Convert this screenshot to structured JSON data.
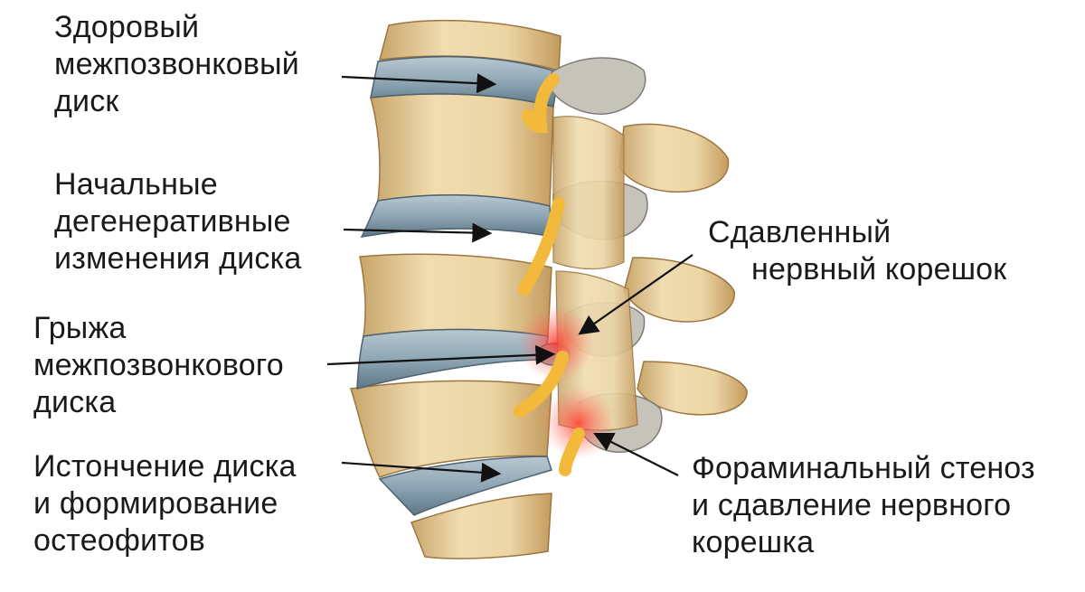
{
  "labels": {
    "healthy_disc": [
      "Здоровый",
      "межпозвонковый",
      "диск"
    ],
    "degenerative": [
      "Начальные",
      "дегенеративные",
      "изменения диска"
    ],
    "hernia": [
      "Грыжа",
      "межпозвонкового",
      "диска"
    ],
    "thinning": [
      "Истончение диска",
      "и формирование",
      "остеофитов"
    ],
    "compressed_root": [
      "Сдавленный",
      "нервный корешок"
    ],
    "stenosis": [
      "Фораминальный стеноз",
      "и сдавление нервного",
      "корешка"
    ]
  },
  "colors": {
    "bone": "#e9d3a4",
    "bone_shadow": "#c9a66c",
    "disc": "#8fa6b4",
    "disc_dark": "#5f7785",
    "nerve": "#f2b93b",
    "facet": "#b9b7b0",
    "inflammation": "#f26a5a",
    "text": "#1a1a1a"
  }
}
